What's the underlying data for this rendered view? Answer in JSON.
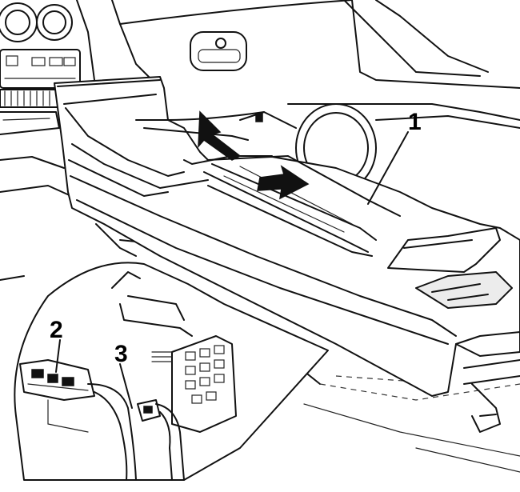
{
  "callouts": {
    "console": "1",
    "connector_left": "2",
    "connector_right": "3"
  },
  "colors": {
    "line": "#111111",
    "background": "#ffffff"
  }
}
